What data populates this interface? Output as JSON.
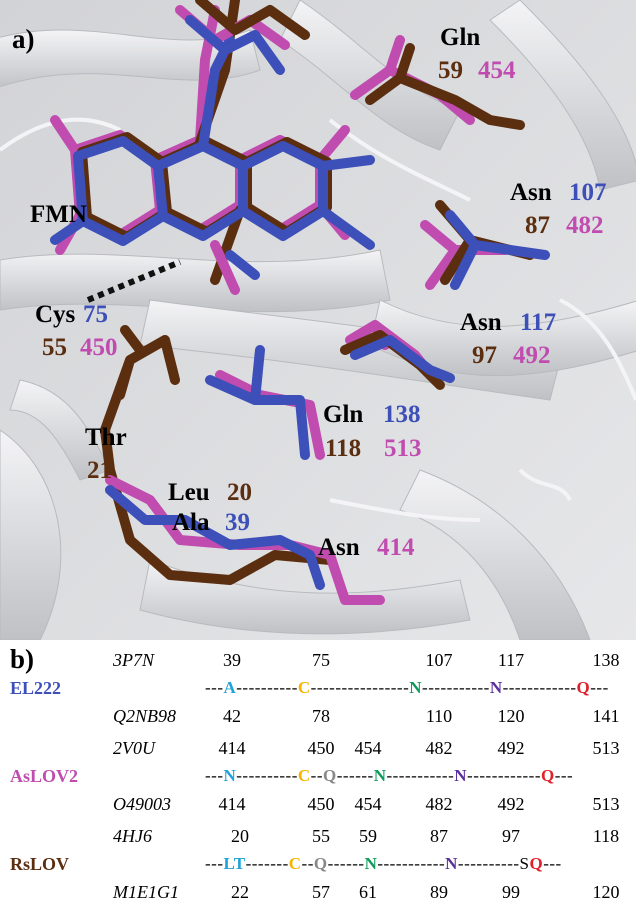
{
  "panel_a": {
    "letter": "a)",
    "labels": {
      "gln_top_name": "Gln",
      "gln_top_n1": "59",
      "gln_top_n2": "454",
      "fmn": "FMN",
      "asn107_name": "Asn",
      "asn107_n1": "107",
      "asn107_n2": "87",
      "asn107_n3": "482",
      "cys_name": "Cys",
      "cys_n1": "75",
      "cys_n2": "55",
      "cys_n3": "450",
      "asn117_name": "Asn",
      "asn117_n1": "117",
      "asn117_n2": "97",
      "asn117_n3": "492",
      "gln138_name": "Gln",
      "gln138_n1": "138",
      "gln138_n2": "118",
      "gln138_n3": "513",
      "thr_name": "Thr",
      "thr_n": "21",
      "leu_name": "Leu",
      "leu_n": "20",
      "ala_name": "Ala",
      "ala_n": "39",
      "asn414_name": "Asn",
      "asn414_n": "414"
    }
  },
  "panel_b": {
    "letter": "b)",
    "groups": [
      {
        "name": "EL222",
        "acc_top": "3P7N",
        "acc_bottom": "Q2NB98",
        "nums_top": [
          "39",
          "75",
          "107",
          "117",
          "138"
        ],
        "nums_bottom": [
          "42",
          "78",
          "110",
          "120",
          "141"
        ],
        "seq": [
          {
            "t": "---",
            "r": false
          },
          {
            "t": "A",
            "r": true,
            "c": "cyan"
          },
          {
            "t": "----------",
            "r": false
          },
          {
            "t": "C",
            "r": true,
            "c": "yellow"
          },
          {
            "t": "----------------",
            "r": false
          },
          {
            "t": "N",
            "r": true,
            "c": "green"
          },
          {
            "t": "-----------",
            "r": false
          },
          {
            "t": "N",
            "r": true,
            "c": "purple"
          },
          {
            "t": "------------",
            "r": false
          },
          {
            "t": "Q",
            "r": true,
            "c": "red"
          },
          {
            "t": "---",
            "r": false
          }
        ]
      },
      {
        "name": "AsLOV2",
        "acc_top": "2V0U",
        "acc_bottom": "O49003",
        "nums_top": [
          "414",
          "450",
          "454",
          "482",
          "492",
          "513"
        ],
        "nums_bottom": [
          "414",
          "450",
          "454",
          "482",
          "492",
          "513"
        ],
        "seq": [
          {
            "t": "---",
            "r": false
          },
          {
            "t": "N",
            "r": true,
            "c": "cyan"
          },
          {
            "t": "----------",
            "r": false
          },
          {
            "t": "C",
            "r": true,
            "c": "yellow"
          },
          {
            "t": "--",
            "r": false
          },
          {
            "t": "Q",
            "r": true,
            "c": "grey"
          },
          {
            "t": "------",
            "r": false
          },
          {
            "t": "N",
            "r": true,
            "c": "green"
          },
          {
            "t": "-----------",
            "r": false
          },
          {
            "t": "N",
            "r": true,
            "c": "purple"
          },
          {
            "t": "------------",
            "r": false
          },
          {
            "t": "Q",
            "r": true,
            "c": "red"
          },
          {
            "t": "---",
            "r": false
          }
        ]
      },
      {
        "name": "RsLOV",
        "acc_top": "4HJ6",
        "acc_bottom": "M1E1G1",
        "nums_top": [
          "20",
          "55",
          "59",
          "87",
          "97",
          "118"
        ],
        "nums_bottom": [
          "22",
          "57",
          "61",
          "89",
          "99",
          "120"
        ],
        "seq": [
          {
            "t": "---",
            "r": false
          },
          {
            "t": "LT",
            "r": true,
            "c": "cyan"
          },
          {
            "t": "-------",
            "r": false
          },
          {
            "t": "C",
            "r": true,
            "c": "yellow"
          },
          {
            "t": "--",
            "r": false
          },
          {
            "t": "Q",
            "r": true,
            "c": "grey"
          },
          {
            "t": "------",
            "r": false
          },
          {
            "t": "N",
            "r": true,
            "c": "green"
          },
          {
            "t": "-----------",
            "r": false
          },
          {
            "t": "N",
            "r": true,
            "c": "purple"
          },
          {
            "t": "----------S",
            "r": false
          },
          {
            "t": "Q",
            "r": true,
            "c": "red"
          },
          {
            "t": "---",
            "r": false
          }
        ]
      }
    ]
  },
  "colors": {
    "el222": "#3d4fb8",
    "aslov2": "#c04cb0",
    "rslov": "#5b2e10",
    "cyan": "#1fa3d6",
    "yellow": "#f4b400",
    "grey": "#888888",
    "green": "#0f9c5a",
    "purple": "#5b2f9c",
    "red": "#e0202a"
  }
}
